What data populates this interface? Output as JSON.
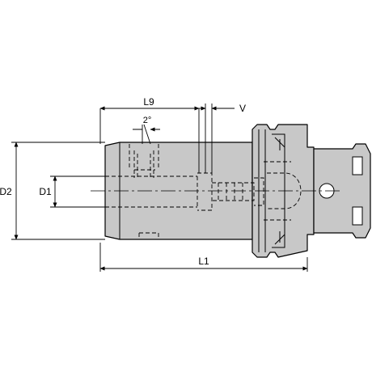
{
  "diagram": {
    "labels": {
      "l9": "L9",
      "v": "V",
      "angle": "2°",
      "d2": "D2",
      "d1": "D1",
      "l1": "L1"
    },
    "colors": {
      "body_fill": "#c8c8c8",
      "line": "#000000",
      "hidden_line": "#000000",
      "background": "#ffffff"
    }
  }
}
